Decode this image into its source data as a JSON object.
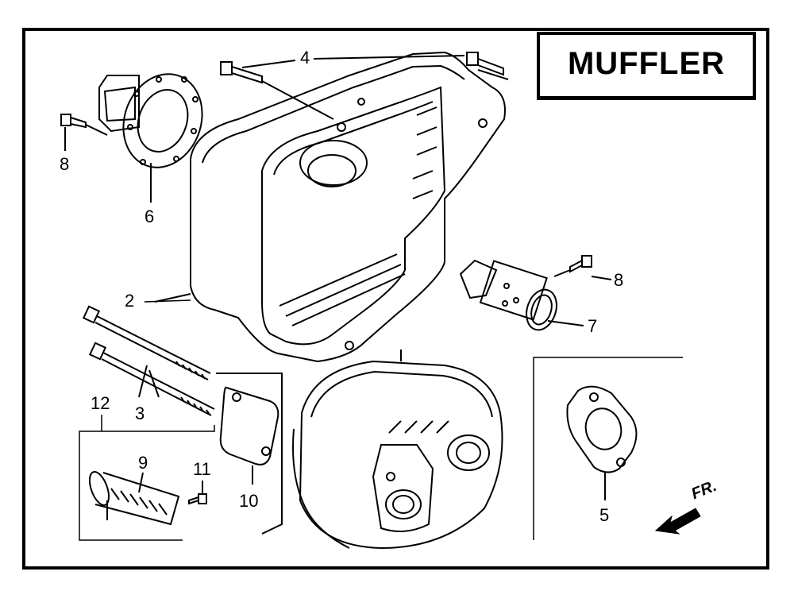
{
  "title": "MUFFLER",
  "direction_label": "FR.",
  "callouts": {
    "c2": "2",
    "c3": "3",
    "c4": "4",
    "c5": "5",
    "c6": "6",
    "c7": "7",
    "c8a": "8",
    "c8b": "8",
    "c9": "9",
    "c10": "10",
    "c11": "11",
    "c12": "12"
  },
  "colors": {
    "ink": "#000000",
    "paper": "#ffffff"
  }
}
